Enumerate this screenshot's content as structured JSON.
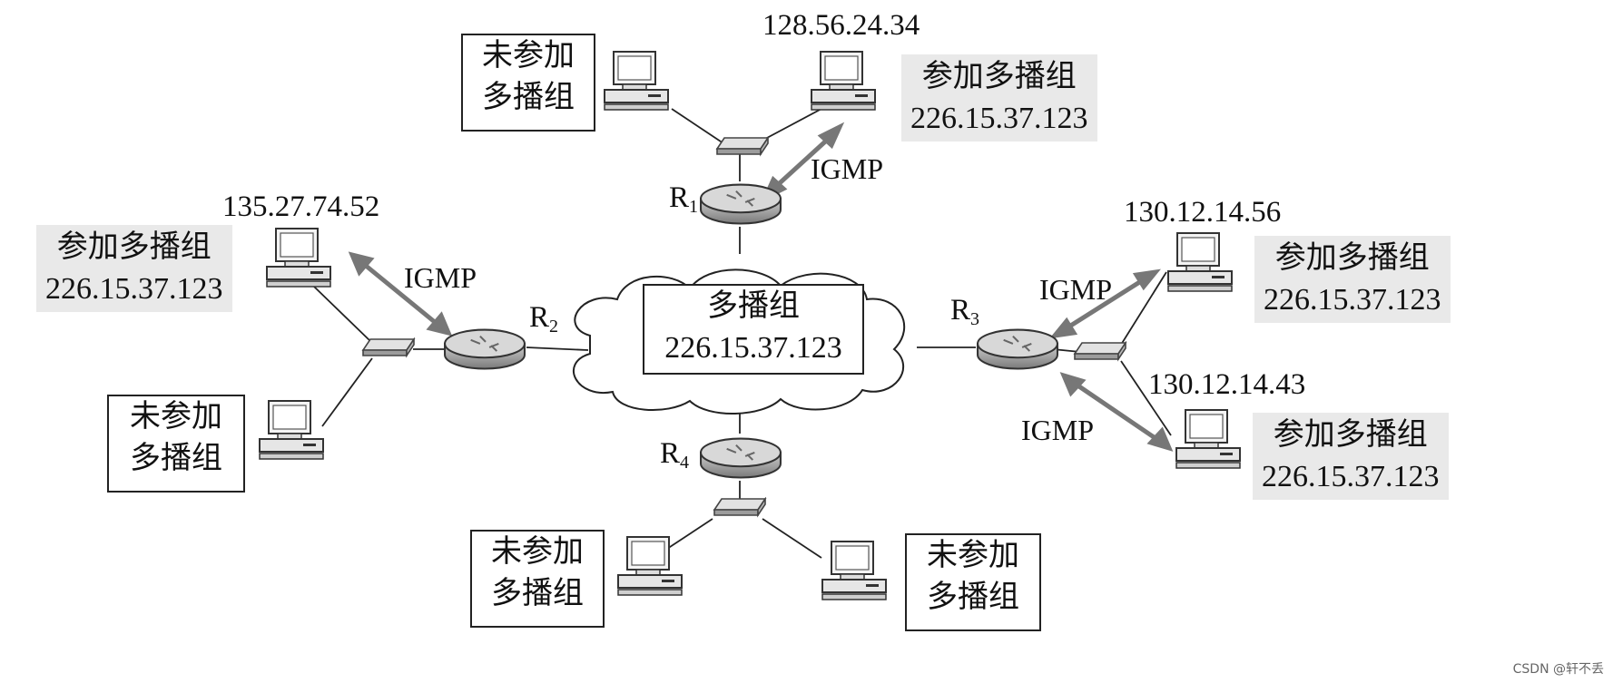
{
  "routers": {
    "r1": "R",
    "r1_sub": "1",
    "r2": "R",
    "r2_sub": "2",
    "r3": "R",
    "r3_sub": "3",
    "r4": "R",
    "r4_sub": "4"
  },
  "ips": {
    "top": "128.56.24.34",
    "left": "135.27.74.52",
    "right_upper": "130.12.14.56",
    "right_lower": "130.12.14.43"
  },
  "joined": {
    "line1": "参加多播组",
    "line2": "226.15.37.123"
  },
  "not_joined": {
    "line1": "未参加",
    "line2": "多播组"
  },
  "cloud": {
    "line1": "多播组",
    "line2": "226.15.37.123"
  },
  "igmp": "IGMP",
  "watermark": "CSDN @轩不丢"
}
